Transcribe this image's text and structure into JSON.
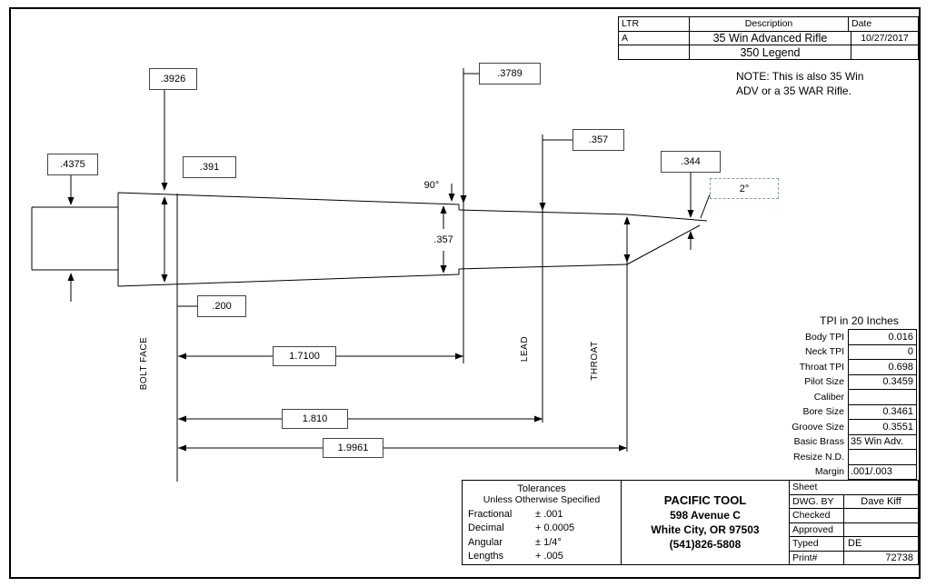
{
  "colors": {
    "line": "#000000",
    "bg": "#ffffff"
  },
  "rev_table": {
    "col_ltr": "LTR",
    "col_desc": "Description",
    "col_date": "Date",
    "rows": [
      {
        "ltr": "A",
        "desc": "35 Win Advanced Rifle",
        "date": "10/27/2017"
      },
      {
        "ltr": "",
        "desc": "350 Legend",
        "date": ""
      }
    ]
  },
  "note": {
    "line1": "NOTE: This is also 35 Win",
    "line2": "ADV or a 35 WAR Rifle."
  },
  "dims": {
    "base_dia": ".3926",
    "mouth_dia": ".3789",
    "pilot_dia": ".4375",
    "boltface_dia": ".391",
    "lead_dia": ".357",
    "bore_dia": ".344",
    "shoulder_angle": "90°",
    "leade_angle": "2°",
    "mouth_inner_dia": ".357",
    "base_len": ".200",
    "len_body": "1.7100",
    "len_lead": "1.810",
    "len_throat": "1.9961",
    "axis_boltface": "BOLT FACE",
    "axis_lead": "LEAD",
    "axis_throat": "THROAT"
  },
  "spec_table": {
    "title": "TPI in 20 Inches",
    "rows": [
      {
        "label": "Body TPI",
        "value": "0.016"
      },
      {
        "label": "Neck TPI",
        "value": "0"
      },
      {
        "label": "Throat TPI",
        "value": "0.698"
      },
      {
        "label": "Pilot Size",
        "value": "0.3459"
      },
      {
        "label": "Caliber",
        "value": ""
      },
      {
        "label": "Bore Size",
        "value": "0.3461"
      },
      {
        "label": "Groove Size",
        "value": "0.3551"
      },
      {
        "label": "Basic Brass",
        "value": "35 Win Adv."
      },
      {
        "label": "Resize N.D.",
        "value": ""
      },
      {
        "label": "Margin",
        "value": ".001/.003"
      }
    ]
  },
  "tolerances": {
    "title": "Tolerances",
    "subtitle": "Unless Otherwise Specified",
    "rows": [
      {
        "label": "Fractional",
        "value": "± .001"
      },
      {
        "label": "Decimal",
        "value": "+ 0.0005"
      },
      {
        "label": "Angular",
        "value": "± 1/4°"
      },
      {
        "label": "Lengths",
        "value": "+ .005"
      }
    ]
  },
  "company": {
    "name": "PACIFIC TOOL",
    "address": "598 Avenue C",
    "city": "White City, OR 97503",
    "phone": "(541)826-5808"
  },
  "title_block": {
    "sheet_label": "Sheet",
    "rows": [
      {
        "label": "DWG. BY",
        "value": "Dave Kiff"
      },
      {
        "label": "Checked",
        "value": ""
      },
      {
        "label": "Approved",
        "value": ""
      },
      {
        "label": "Typed",
        "value": "DE"
      },
      {
        "label": "Print#",
        "value": "72738"
      }
    ]
  }
}
